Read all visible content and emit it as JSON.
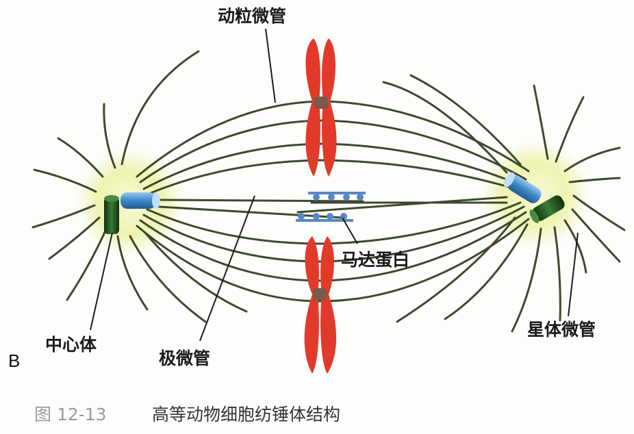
{
  "colors": {
    "microtubule": "#3b4a2e",
    "chromosome": "#e23a2a",
    "centromere": "#7a5a4a",
    "centriole_dark": "#1f4a1c",
    "centriole_blue": "#4f95d0",
    "motor": "#5a86c6",
    "glow": "#f2f6b8"
  },
  "labels": {
    "kinetochore_mt": "动粒微管",
    "motor_protein": "马达蛋白",
    "centrosome": "中心体",
    "polar_mt": "极微管",
    "astral_mt": "星体微管",
    "panel": "B"
  },
  "caption": {
    "number": "图 12-13",
    "title": "高等动物细胞纺锤体结构"
  }
}
